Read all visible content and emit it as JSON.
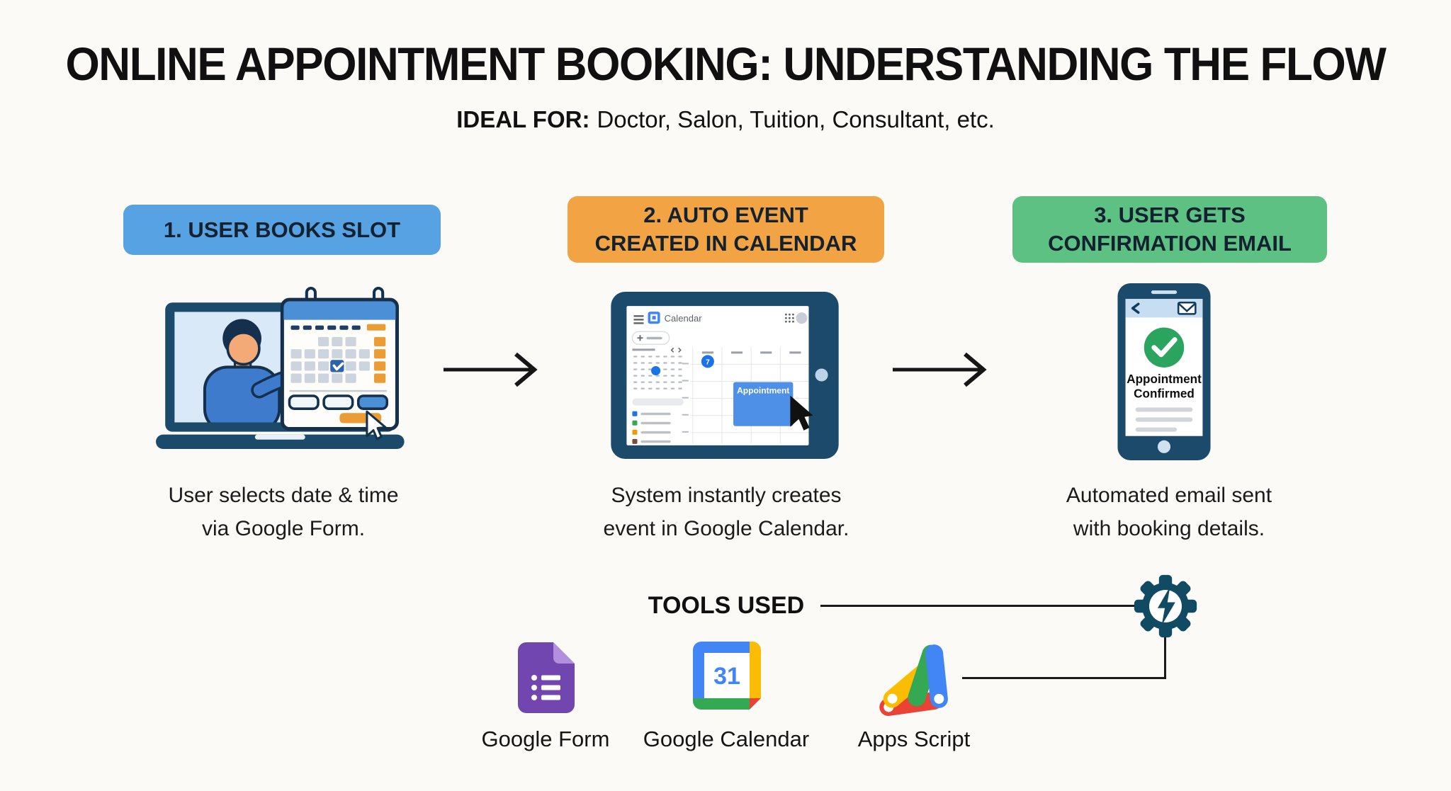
{
  "page": {
    "title": "ONLINE APPOINTMENT BOOKING: UNDERSTANDING THE FLOW",
    "subtitle_label": "IDEAL FOR:",
    "subtitle_rest": "Doctor, Salon, Tuition, Consultant, etc."
  },
  "steps": [
    {
      "header_line1": "1. USER BOOKS SLOT",
      "header_line2": "",
      "header_color": "#56a2e2",
      "caption_line1": "User selects date & time",
      "caption_line2": "via Google Form."
    },
    {
      "header_line1": "2. AUTO EVENT",
      "header_line2": "CREATED IN CALENDAR",
      "header_color": "#f2a444",
      "caption_line1": "System instantly creates",
      "caption_line2": "event in Google Calendar."
    },
    {
      "header_line1": "3. USER GETS",
      "header_line2": "CONFIRMATION EMAIL",
      "header_color": "#5ec184",
      "caption_line1": "Automated email sent",
      "caption_line2": "with booking details."
    }
  ],
  "illustrations": {
    "calendar_app_title": "Calendar",
    "calendar_event_label": "Appointment",
    "calendar_selected_day": "7",
    "phone_status_line1": "Appointment",
    "phone_status_line2": "Confirmed"
  },
  "tools": {
    "heading": "TOOLS USED",
    "items": [
      {
        "label": "Google Form"
      },
      {
        "label": "Google Calendar",
        "icon_day": "31"
      },
      {
        "label": "Apps Script"
      }
    ]
  },
  "colors": {
    "step1_header": "#56a2e2",
    "step2_header": "#f2a444",
    "step3_header": "#5ec184",
    "device_navy": "#1b4a6b",
    "outline_navy": "#14304d",
    "accent_orange": "#eb9c35",
    "accent_blue": "#4d8fd6",
    "success_green": "#2aa45e",
    "google_blue": "#4285f4",
    "google_green": "#34a853",
    "google_yellow": "#fbbc04",
    "google_red": "#ea4335",
    "form_purple": "#7146af",
    "gear_navy": "#114a63"
  }
}
